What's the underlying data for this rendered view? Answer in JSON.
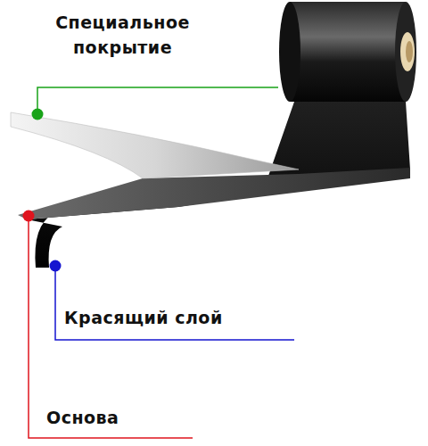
{
  "diagram": {
    "labels": [
      "Специальное покрытие",
      "Красящий слой",
      "Основа"
    ]
  }
}
